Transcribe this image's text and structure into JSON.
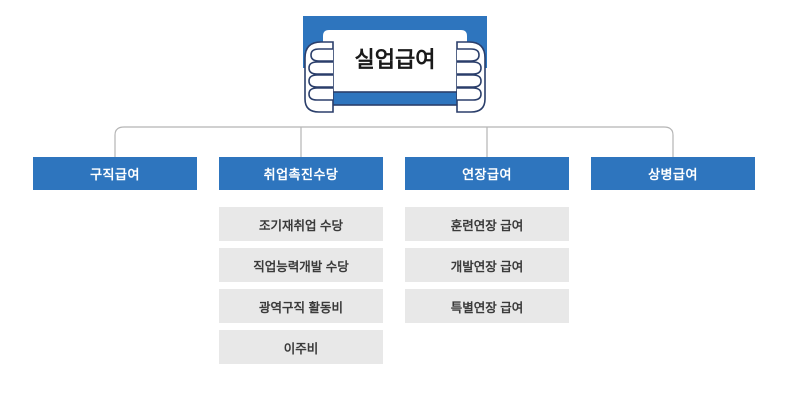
{
  "diagram": {
    "type": "organization-chart",
    "title": "실업급여",
    "colors": {
      "primary_blue": "#2e75be",
      "sign_border_navy": "#2b3f6b",
      "child_gray": "#e8e8e8",
      "connector_gray": "#b5b5b5",
      "header_text": "#ffffff",
      "child_text": "#3a3a3a",
      "title_text": "#1a1a1a"
    },
    "root": {
      "label": "실업급여",
      "icon": "hands-holding-sign-icon"
    },
    "branches": [
      {
        "label": "구직급여",
        "children": []
      },
      {
        "label": "취업촉진수당",
        "children": [
          "조기재취업 수당",
          "직업능력개발 수당",
          "광역구직 활동비",
          "이주비"
        ]
      },
      {
        "label": "연장급여",
        "children": [
          "훈련연장 급여",
          "개발연장 급여",
          "특별연장 급여"
        ]
      },
      {
        "label": "상병급여",
        "children": []
      }
    ]
  }
}
